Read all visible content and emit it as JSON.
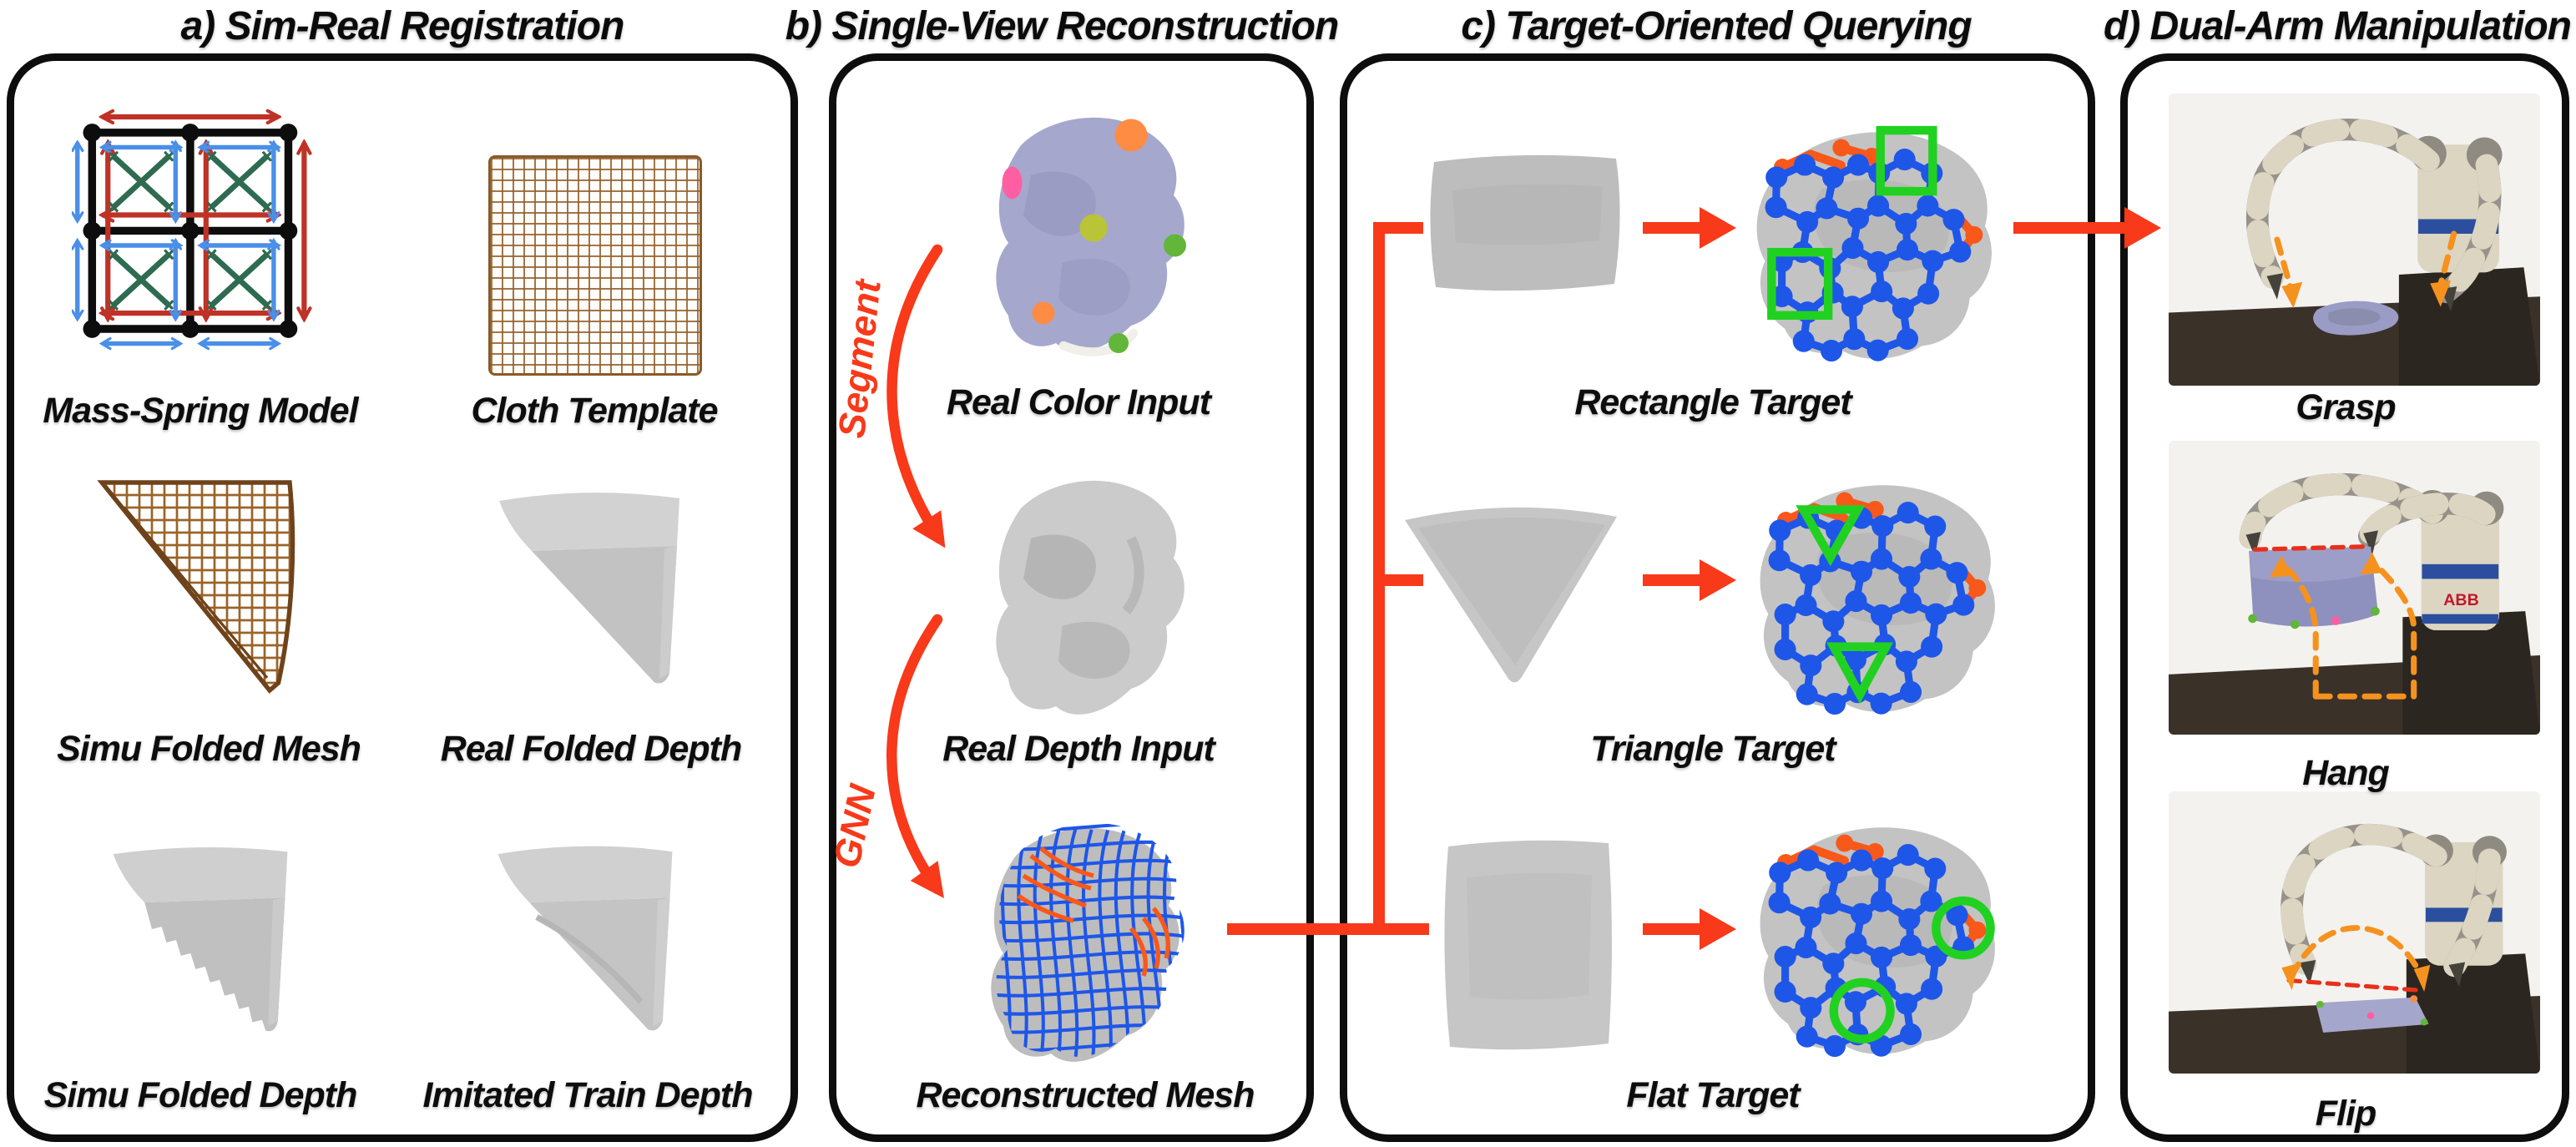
{
  "panels": {
    "a": {
      "title": "a) Sim-Real Registration",
      "cells": [
        {
          "label": "Mass-Spring Model"
        },
        {
          "label": "Cloth Template"
        },
        {
          "label": "Simu Folded Mesh"
        },
        {
          "label": "Real Folded Depth"
        },
        {
          "label": "Simu Folded Depth"
        },
        {
          "label": "Imitated Train Depth"
        }
      ]
    },
    "b": {
      "title": "b) Single-View Reconstruction",
      "steps": [
        {
          "label": "Real Color Input"
        },
        {
          "label": "Real Depth Input"
        },
        {
          "label": "Reconstructed Mesh"
        }
      ],
      "process_arrows": [
        {
          "label": "Segment"
        },
        {
          "label": "GNN"
        }
      ]
    },
    "c": {
      "title": "c) Target-Oriented Querying",
      "rows": [
        {
          "label": "Rectangle Target",
          "marker_shape": "square"
        },
        {
          "label": "Triangle Target",
          "marker_shape": "triangle"
        },
        {
          "label": "Flat Target",
          "marker_shape": "circle"
        }
      ]
    },
    "d": {
      "title": "d) Dual-Arm Manipulation",
      "tasks": [
        {
          "label": "Grasp"
        },
        {
          "label": "Hang"
        },
        {
          "label": "Flip"
        }
      ],
      "robot_brand": "ABB"
    }
  },
  "colors": {
    "flow_red": "#f8391a",
    "graph_blue": "#1e56e8",
    "marker_green": "#21d121",
    "accent_orange": "#f8581a",
    "trajectory_orange": "#f5921e",
    "spring_red": "#bf3226",
    "spring_blue": "#4a8fe8",
    "spring_green": "#2e6b50",
    "mesh_brown": "#9a6428",
    "panel_border": "#0d0d0d"
  }
}
